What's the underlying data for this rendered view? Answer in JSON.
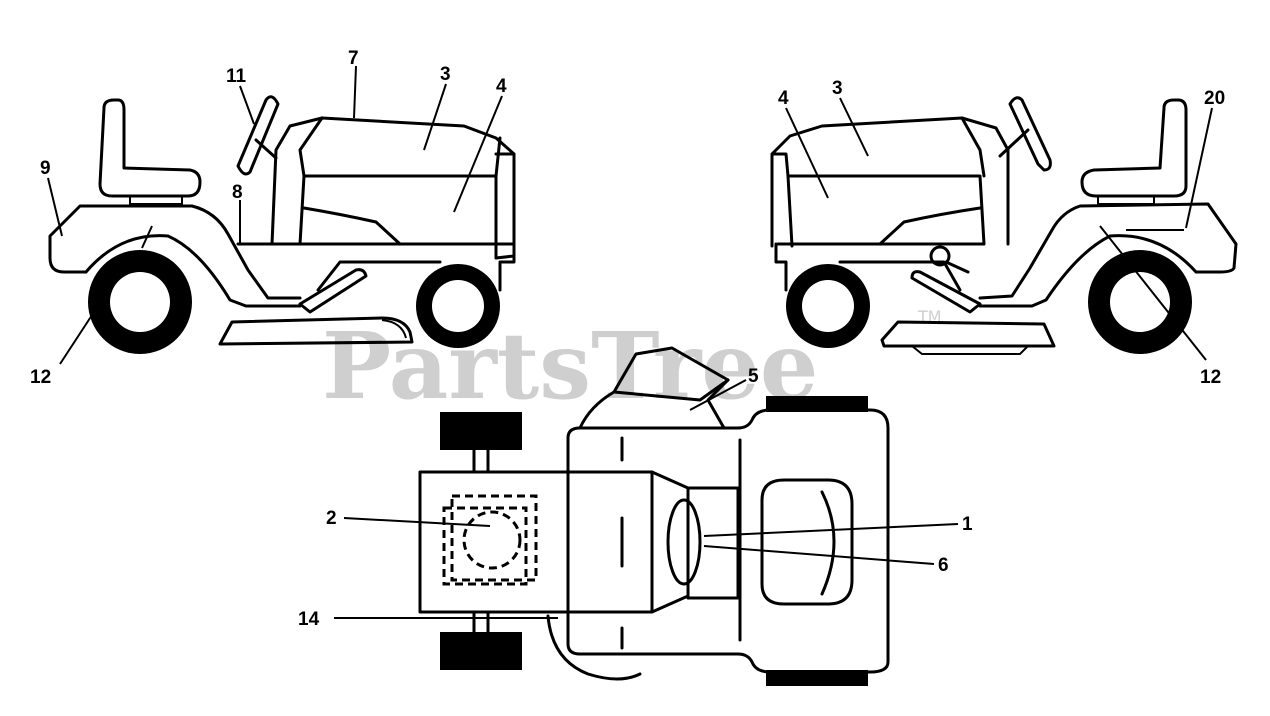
{
  "watermark": {
    "text": "PartsTree",
    "trademark": "TM",
    "color": "#cfcfcf"
  },
  "callouts": {
    "left_view": [
      "11",
      "7",
      "3",
      "4",
      "9",
      "8",
      "12"
    ],
    "right_view": [
      "4",
      "3",
      "20",
      "12"
    ],
    "top_view": [
      "5",
      "2",
      "1",
      "6",
      "14"
    ]
  },
  "colors": {
    "ink": "#000000",
    "background": "#ffffff"
  }
}
